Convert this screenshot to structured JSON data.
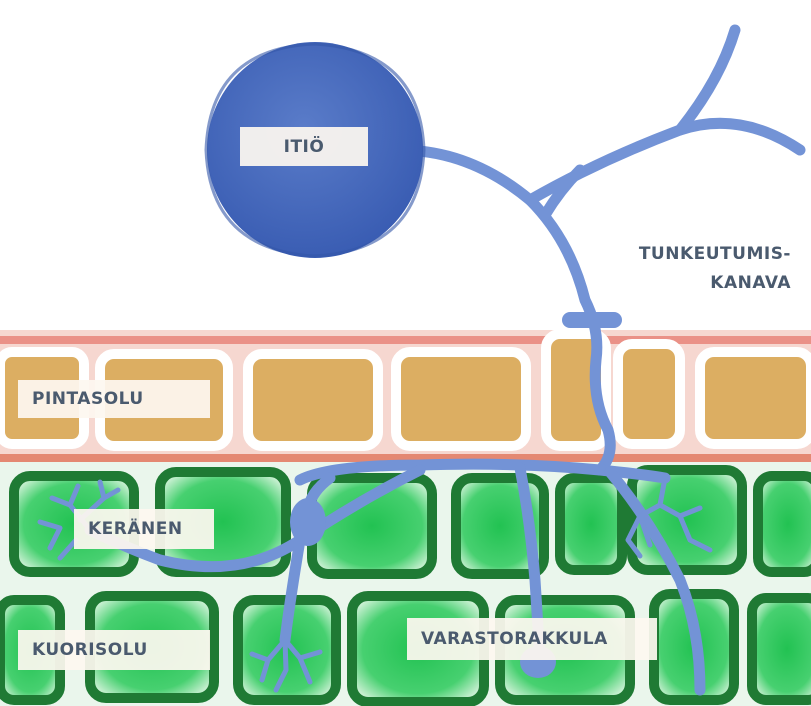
{
  "labels": {
    "spore": "ITIÖ",
    "penetration_line1": "TUNKEUTUMIS-",
    "penetration_line2": "KANAVA",
    "epidermis": "PINTASOLU",
    "arbuscule": "KERÄNEN",
    "cortex": "KUORISOLU",
    "vesicle": "VARASTORAKKULA"
  },
  "colors": {
    "spore": "#3f62b8",
    "hypha": "#7393d6",
    "epidermis_wall": "#e8857a",
    "epidermis_fill": "#dcae62",
    "cortex_wall": "#1f7a34",
    "cortex_fill": "#2fc45a",
    "label_text": "#4a5a6e"
  }
}
